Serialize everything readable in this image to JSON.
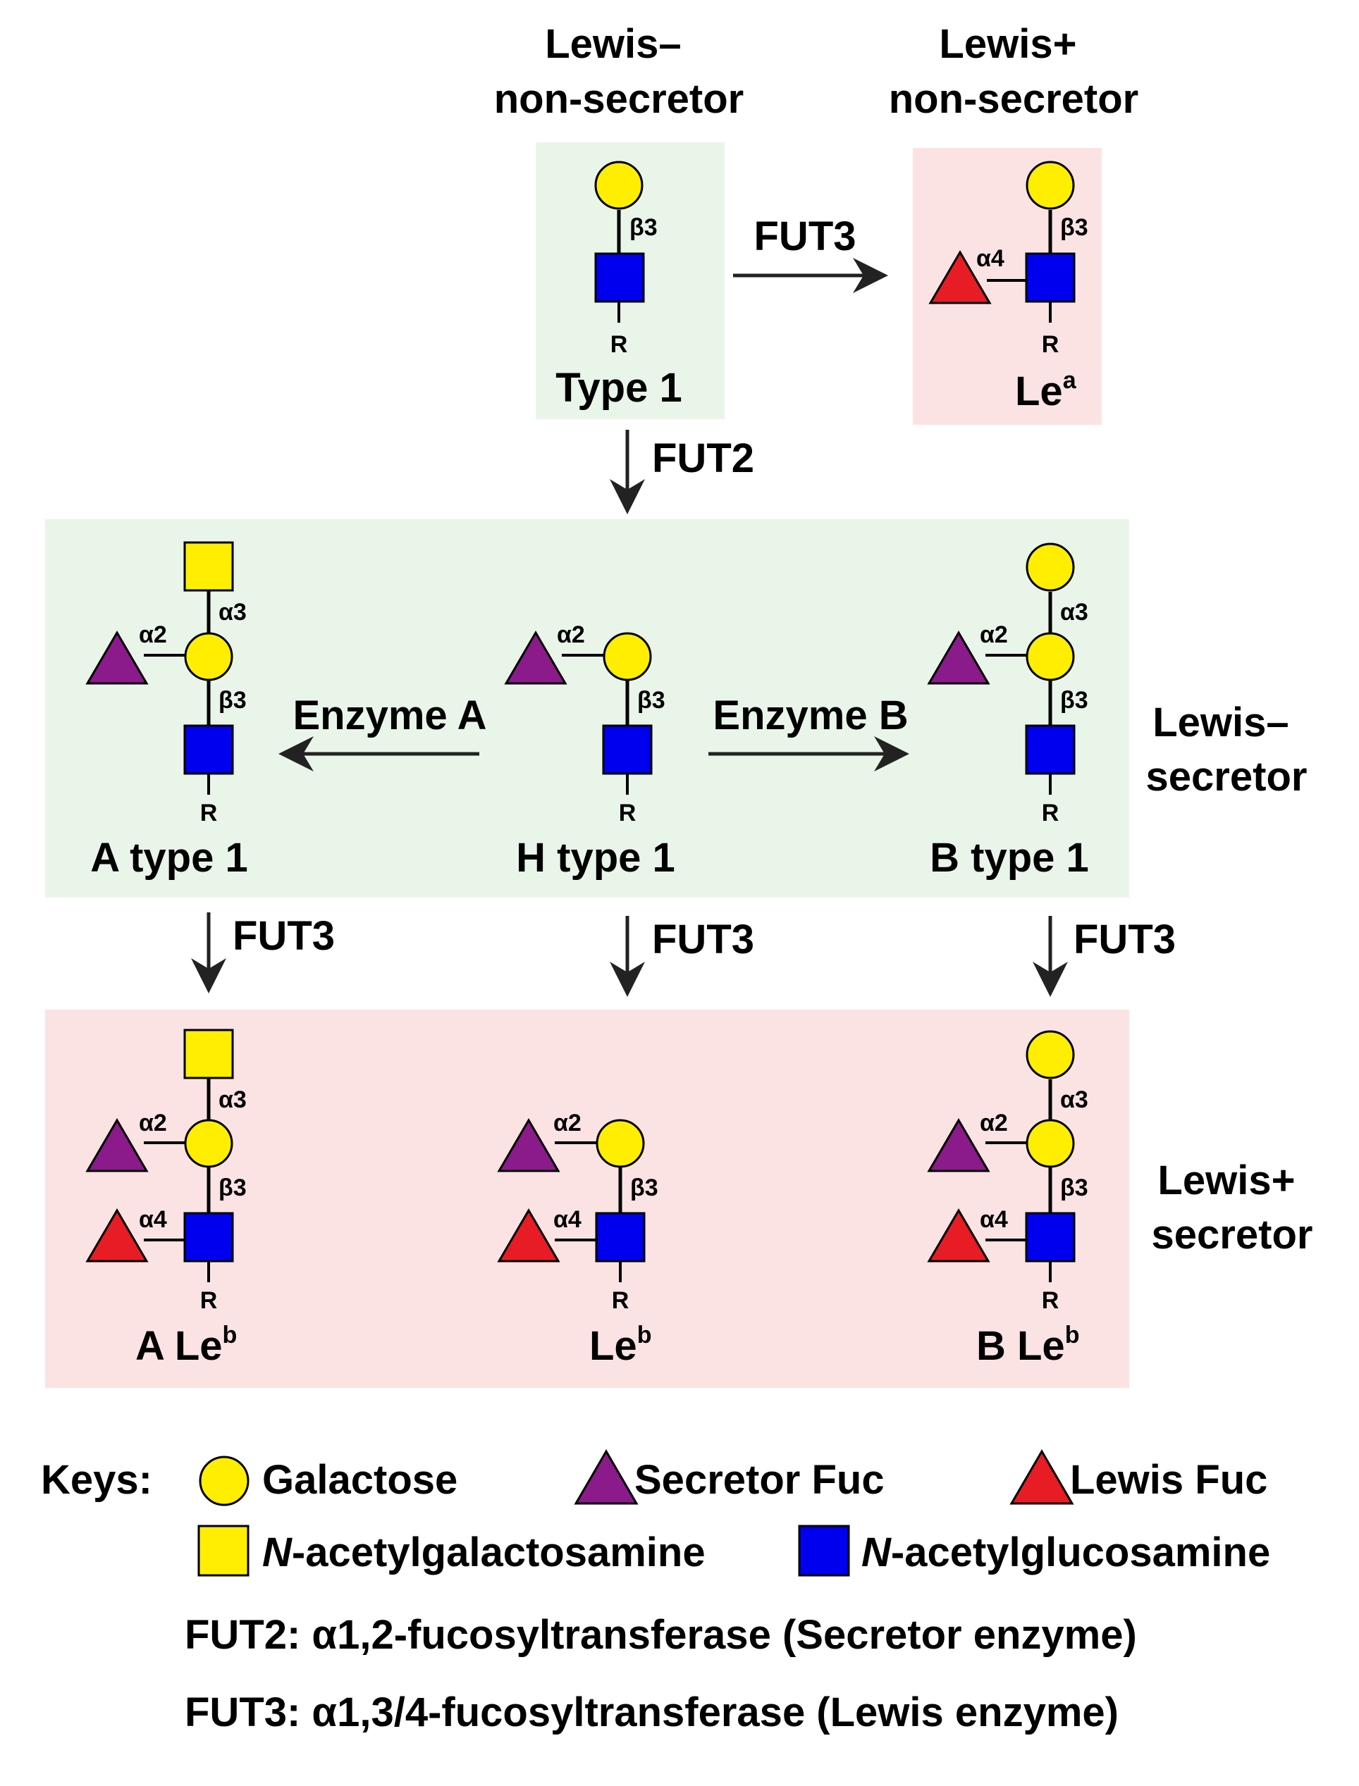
{
  "headers": {
    "lewis_neg_nonsec": [
      "Lewis–",
      "non-secretor"
    ],
    "lewis_pos_nonsec": [
      "Lewis+",
      "non-secretor"
    ],
    "lewis_neg_sec": [
      "Lewis–",
      "secretor"
    ],
    "lewis_pos_sec": [
      "Lewis+",
      "secretor"
    ]
  },
  "structures": {
    "type1": "Type 1",
    "lea_base": "Le",
    "lea_sup": "a",
    "a_type1": "A type 1",
    "h_type1": "H type 1",
    "b_type1": "B type 1",
    "a_leb_base": "A Le",
    "leb_base": "Le",
    "b_leb_base": "B Le",
    "leb_sup": "b"
  },
  "linkages": {
    "beta3": "β3",
    "alpha2": "α2",
    "alpha3": "α3",
    "alpha4": "α4",
    "reducing_end": "R"
  },
  "enzymes": {
    "fut2": "FUT2",
    "fut3": "FUT3",
    "enzyme_a": "Enzyme A",
    "enzyme_b": "Enzyme B"
  },
  "legend": {
    "title": "Keys:",
    "galactose": "Galactose",
    "secretor_fuc": "Secretor Fuc",
    "lewis_fuc": "Lewis Fuc",
    "n_prefix": "N",
    "galnac_rest": "-acetylgalactosamine",
    "glcnac_rest": "-acetylglucosamine",
    "fut2_def": "FUT2: α1,2-fucosyltransferase (Secretor enzyme)",
    "fut3_def": "FUT3: α1,3/4-fucosyltransferase (Lewis enzyme)"
  },
  "colors": {
    "galactose": "#ffee00",
    "glcnac": "#0000ee",
    "galnac": "#ffee00",
    "secretor_fuc": "#8b1a8b",
    "lewis_fuc": "#e81c24",
    "green_panel": "#e9f5e9",
    "pink_panel": "#fbe3e4"
  }
}
